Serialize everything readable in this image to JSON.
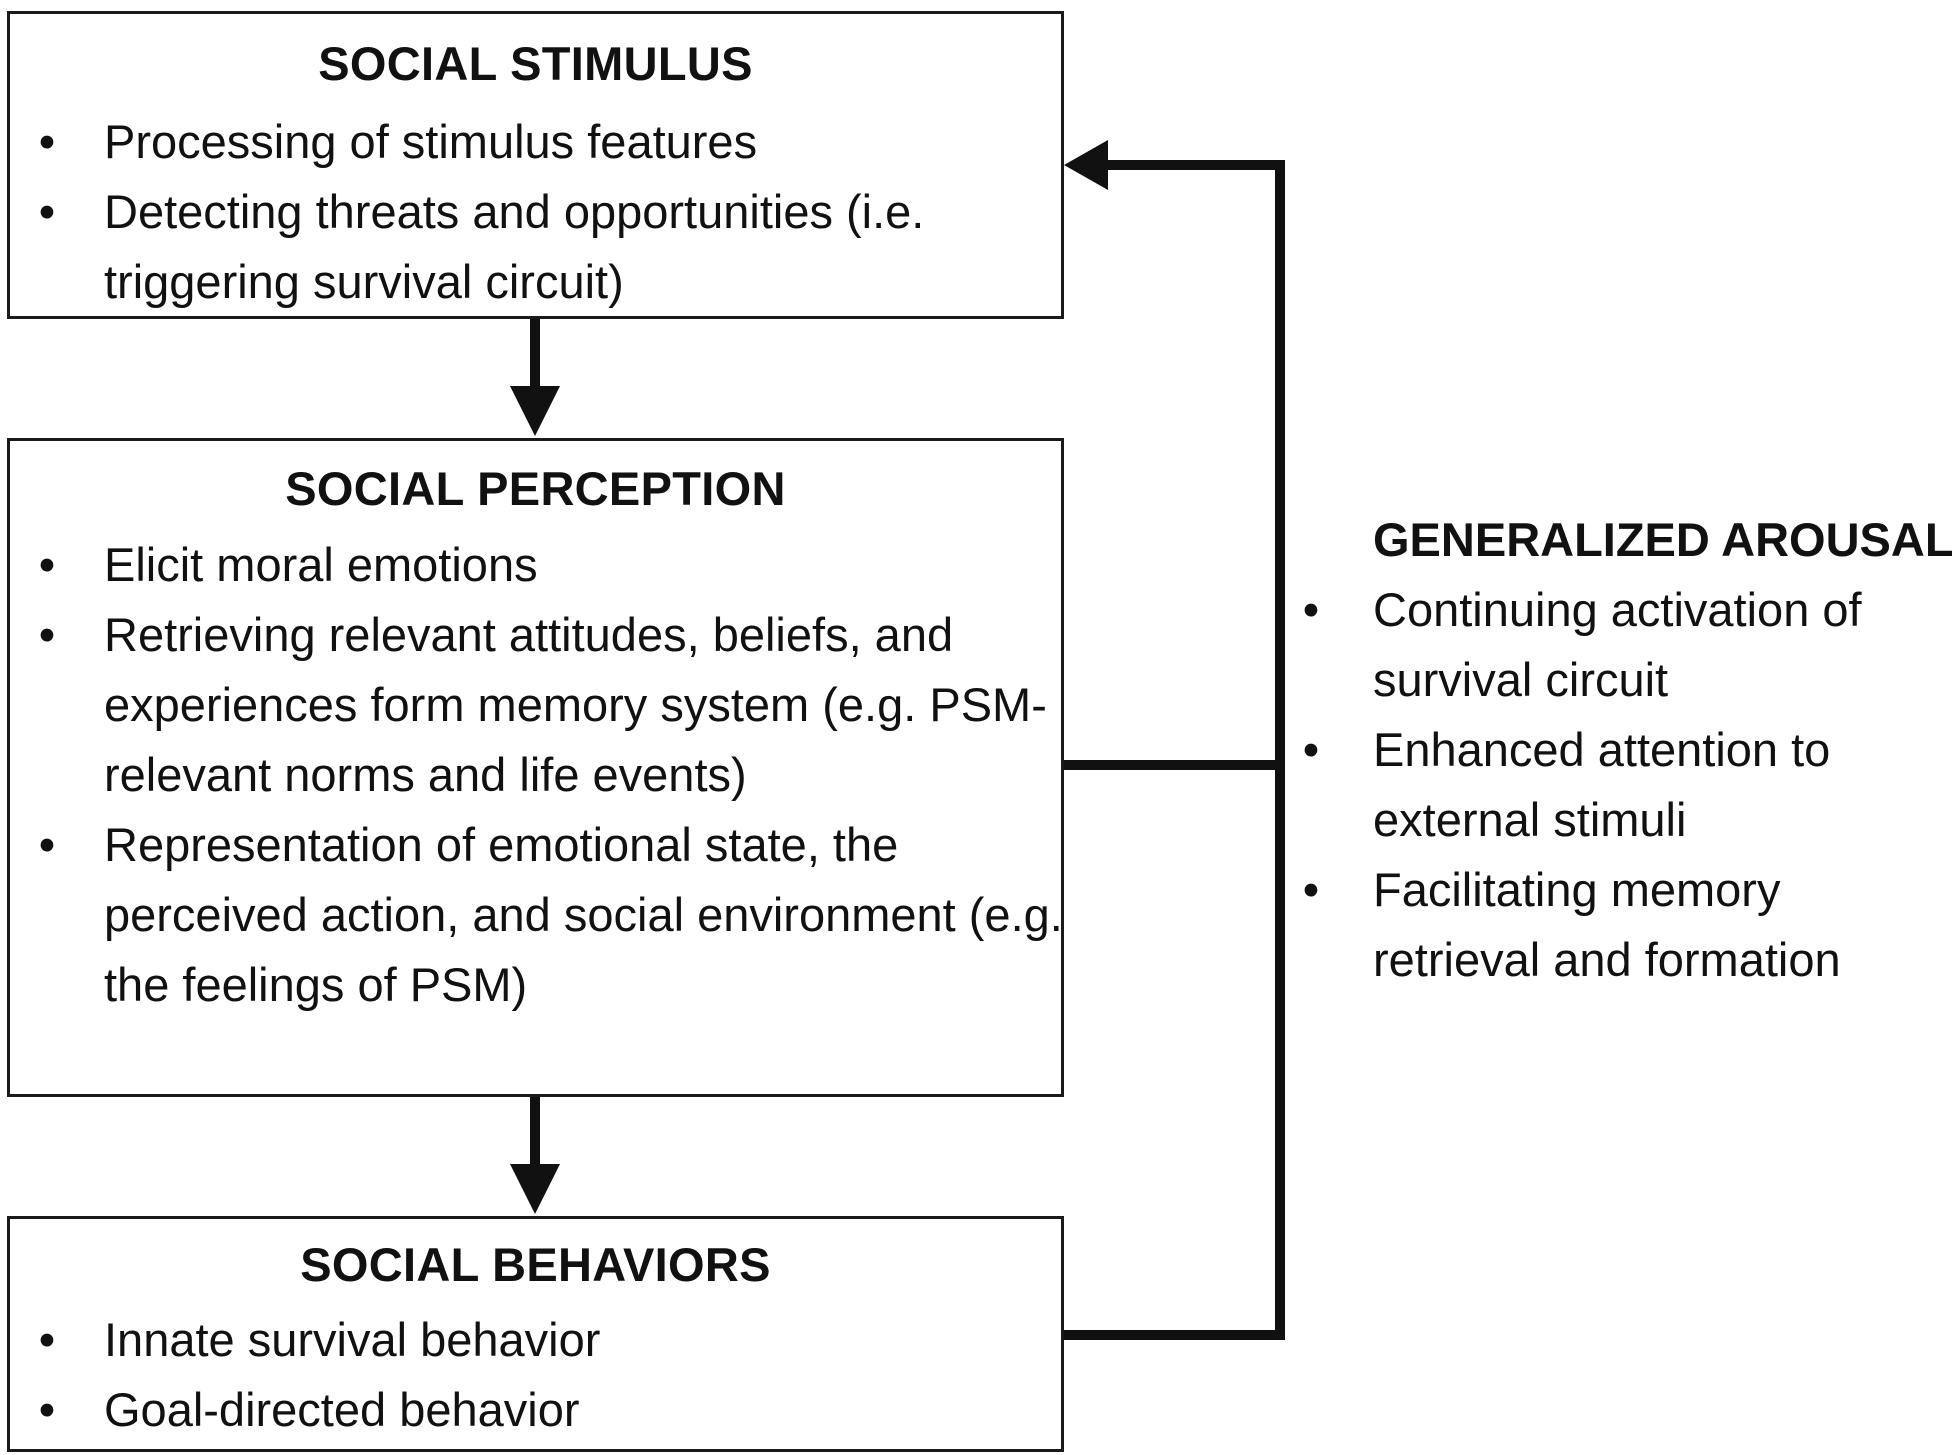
{
  "stimulus": {
    "title": "SOCIAL STIMULUS",
    "items": [
      "Processing of stimulus features",
      "Detecting threats and opportunities (i.e. triggering survival circuit)"
    ]
  },
  "perception": {
    "title": "SOCIAL PERCEPTION",
    "items": [
      "Elicit moral emotions",
      "Retrieving relevant attitudes, beliefs, and experiences form memory system (e.g. PSM-relevant norms and life events)",
      "Representation of emotional state, the perceived action, and social environment (e.g. the feelings of PSM)"
    ]
  },
  "behaviors": {
    "title": "SOCIAL BEHAVIORS",
    "items": [
      "Innate survival behavior",
      "Goal-directed behavior"
    ]
  },
  "arousal": {
    "title": "GENERALIZED AROUSAL",
    "items": [
      "Continuing activation of survival circuit",
      "Enhanced attention to external stimuli",
      "Facilitating memory retrieval and formation"
    ]
  },
  "bullet_glyph": "•",
  "colors": {
    "line": "#111111",
    "box_border": "#1a1a1a",
    "background": "#ffffff"
  }
}
